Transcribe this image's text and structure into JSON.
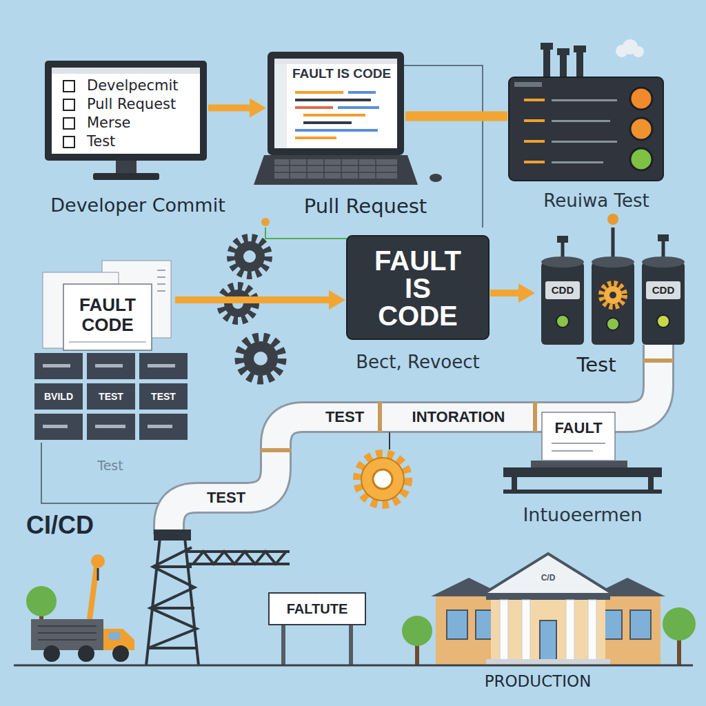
{
  "diagram": {
    "nodes": [
      {
        "text": [
          "Develpecmit",
          "Pull Request",
          "Merse",
          "Test",
          "Developer Commit"
        ]
      },
      {
        "text": [
          "FAULT IS CODE",
          "Pull Request"
        ]
      },
      {
        "text": [
          "Reuiwa Test"
        ]
      },
      {
        "text": [
          "FAULT CODE"
        ]
      },
      {
        "text": [
          "FAULT IS CODE",
          "Bect, Revoect"
        ]
      },
      {
        "text": [
          "CDD",
          "CDD",
          "Test"
        ]
      },
      {
        "text": [
          "FAULT",
          "Intuoeermen"
        ]
      },
      {
        "text": [
          "C/D",
          "PRODUCTION"
        ]
      },
      {
        "text": [
          "FALTUTE"
        ]
      }
    ],
    "edges": [
      {
        "from": 0,
        "to": 1,
        "arrow": "to"
      },
      {
        "from": 1,
        "to": 2,
        "arrow": "none"
      },
      {
        "from": 3,
        "to": 4,
        "arrow": "to"
      },
      {
        "from": 4,
        "to": 5,
        "arrow": "to"
      }
    ],
    "labels": [
      "BVILD",
      "TEST",
      "TEST",
      "Test",
      "TEST",
      "INTORATION",
      "TEST",
      "CI/CD"
    ]
  }
}
